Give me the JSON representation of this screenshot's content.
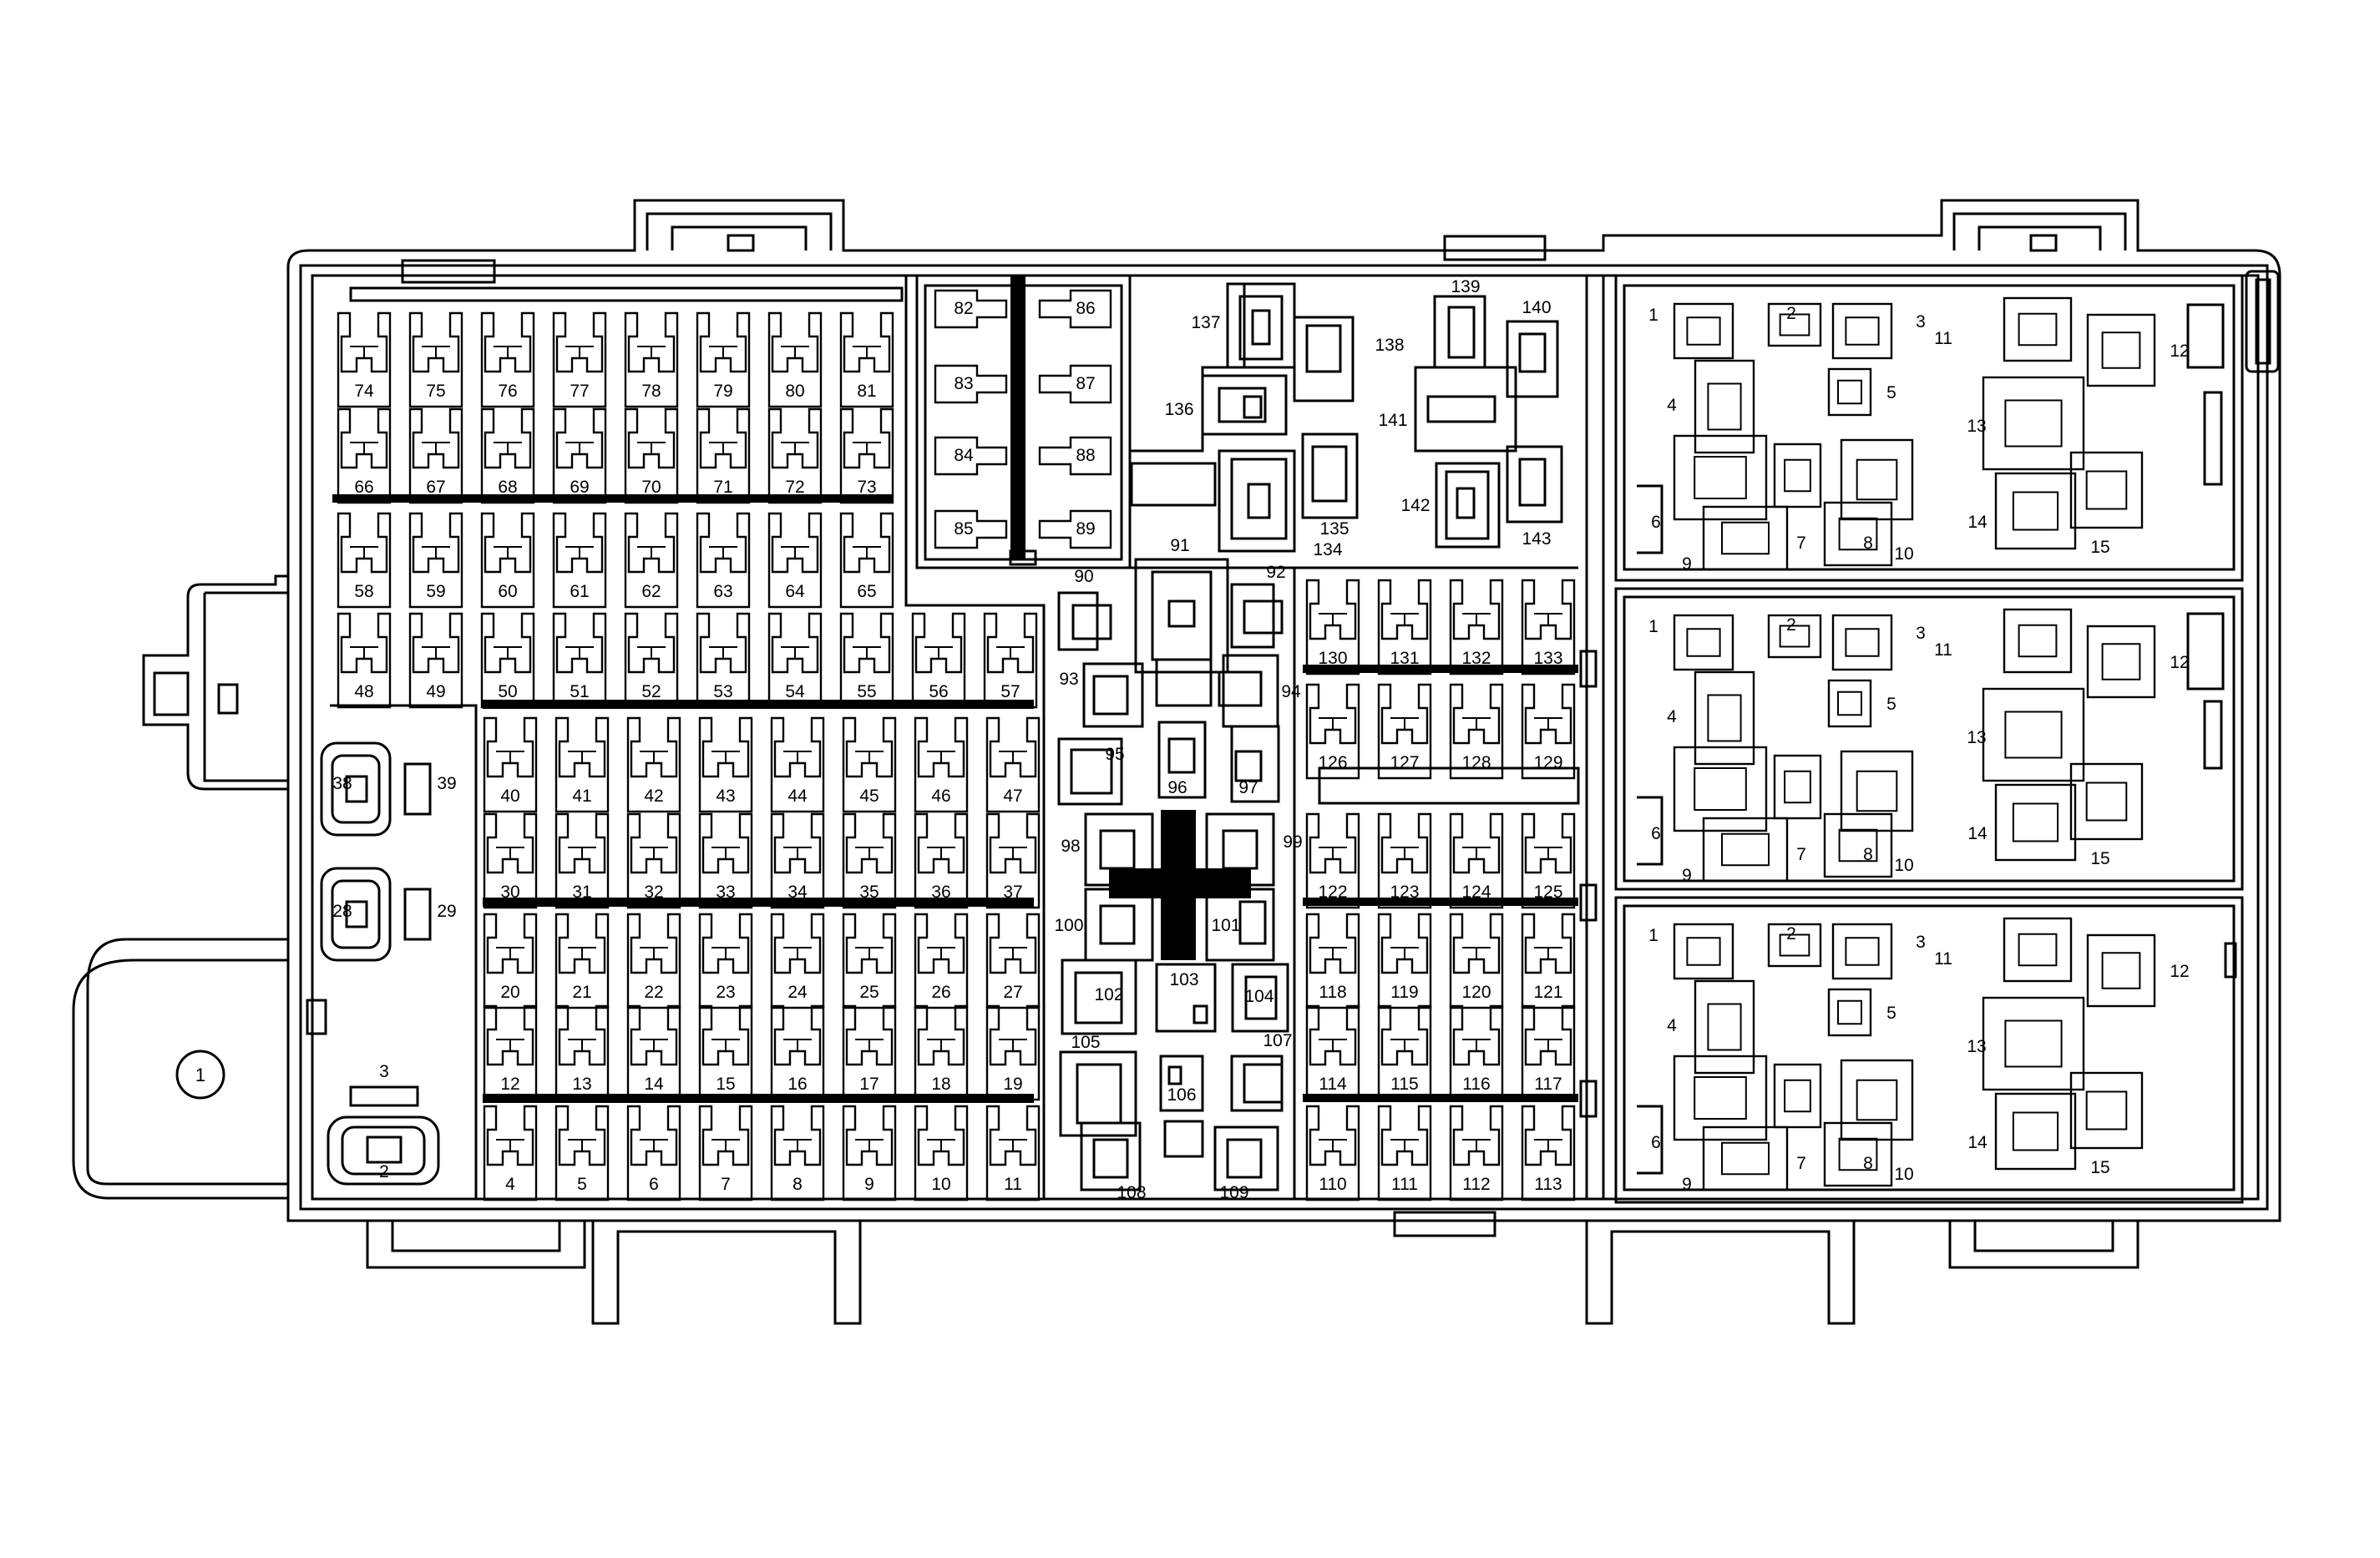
{
  "module_label": "1",
  "fuse_rows": [
    [
      "74",
      "75",
      "76",
      "77",
      "78",
      "79",
      "80",
      "81"
    ],
    [
      "66",
      "67",
      "68",
      "69",
      "70",
      "71",
      "72",
      "73"
    ],
    [
      "58",
      "59",
      "60",
      "61",
      "62",
      "63",
      "64",
      "65"
    ],
    [
      "48",
      "49",
      "50",
      "51",
      "52",
      "53",
      "54",
      "55",
      "56",
      "57"
    ],
    [
      "40",
      "41",
      "42",
      "43",
      "44",
      "45",
      "46",
      "47"
    ],
    [
      "30",
      "31",
      "32",
      "33",
      "34",
      "35",
      "36",
      "37"
    ],
    [
      "20",
      "21",
      "22",
      "23",
      "24",
      "25",
      "26",
      "27"
    ],
    [
      "12",
      "13",
      "14",
      "15",
      "16",
      "17",
      "18",
      "19"
    ],
    [
      "4",
      "5",
      "6",
      "7",
      "8",
      "9",
      "10",
      "11"
    ]
  ],
  "right_fuse_rows": [
    [
      "130",
      "131",
      "132",
      "133"
    ],
    [
      "126",
      "127",
      "128",
      "129"
    ],
    [
      "122",
      "123",
      "124",
      "125"
    ],
    [
      "118",
      "119",
      "120",
      "121"
    ],
    [
      "114",
      "115",
      "116",
      "117"
    ],
    [
      "110",
      "111",
      "112",
      "113"
    ]
  ],
  "upper_relay_labels": [
    "82",
    "83",
    "84",
    "85",
    "86",
    "87",
    "88",
    "89"
  ],
  "center_labels": [
    "90",
    "91",
    "92",
    "93",
    "94",
    "95",
    "96",
    "97",
    "98",
    "99",
    "100",
    "101",
    "102",
    "103",
    "104",
    "105",
    "106",
    "107",
    "108",
    "109"
  ],
  "top_relay_labels": [
    "134",
    "135",
    "136",
    "137",
    "138",
    "139",
    "140",
    "141",
    "142",
    "143"
  ],
  "connector_labels": [
    "38",
    "39",
    "28",
    "29",
    "3",
    "2"
  ],
  "side_group_labels": [
    "1",
    "2",
    "3",
    "4",
    "5",
    "6",
    "7",
    "8",
    "9",
    "10",
    "11",
    "12",
    "13",
    "14",
    "15"
  ]
}
